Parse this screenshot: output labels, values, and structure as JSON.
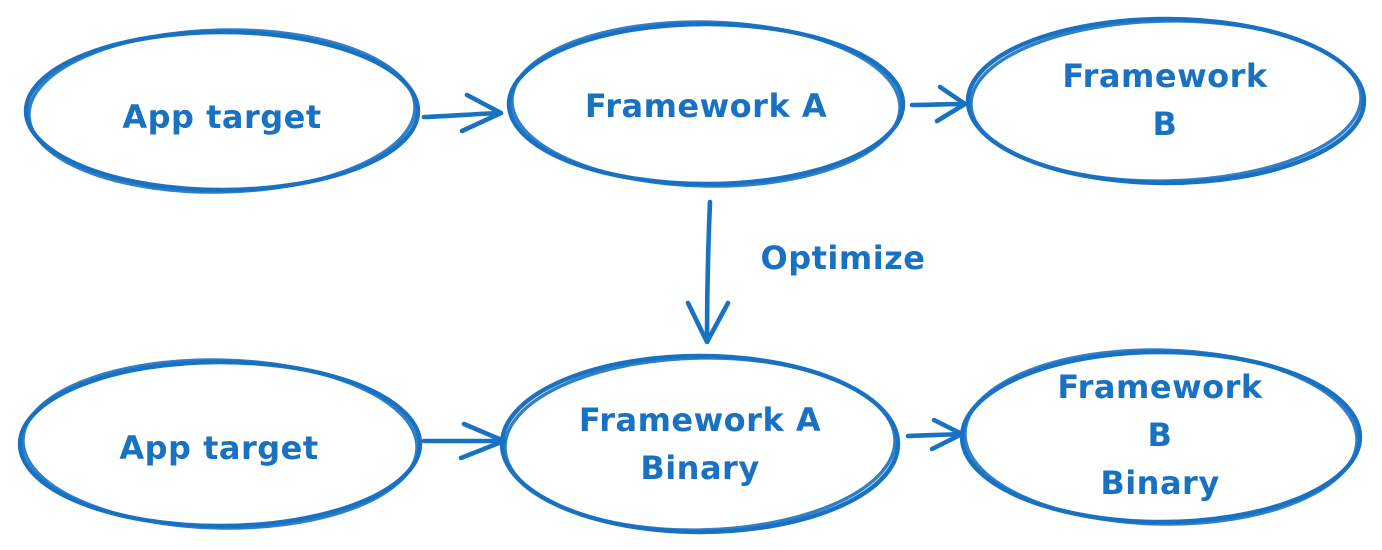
{
  "diagram": {
    "kind": "flowchart",
    "stroke_color": "#1971c2",
    "background_color": "#ffffff",
    "nodes": [
      {
        "id": "app-target-top",
        "label": "App target"
      },
      {
        "id": "framework-a",
        "label": "Framework A"
      },
      {
        "id": "framework-b",
        "label": "Framework B"
      },
      {
        "id": "app-target-bottom",
        "label": "App target"
      },
      {
        "id": "framework-a-binary",
        "label": "Framework A\nBinary"
      },
      {
        "id": "framework-b-binary",
        "label": "Framework B\nBinary"
      }
    ],
    "edges": [
      {
        "from": "app-target-top",
        "to": "framework-a",
        "label": ""
      },
      {
        "from": "framework-a",
        "to": "framework-b",
        "label": ""
      },
      {
        "from": "framework-a",
        "to": "framework-a-binary",
        "label": "Optimize"
      },
      {
        "from": "app-target-bottom",
        "to": "framework-a-binary",
        "label": ""
      },
      {
        "from": "framework-a-binary",
        "to": "framework-b-binary",
        "label": ""
      }
    ]
  }
}
